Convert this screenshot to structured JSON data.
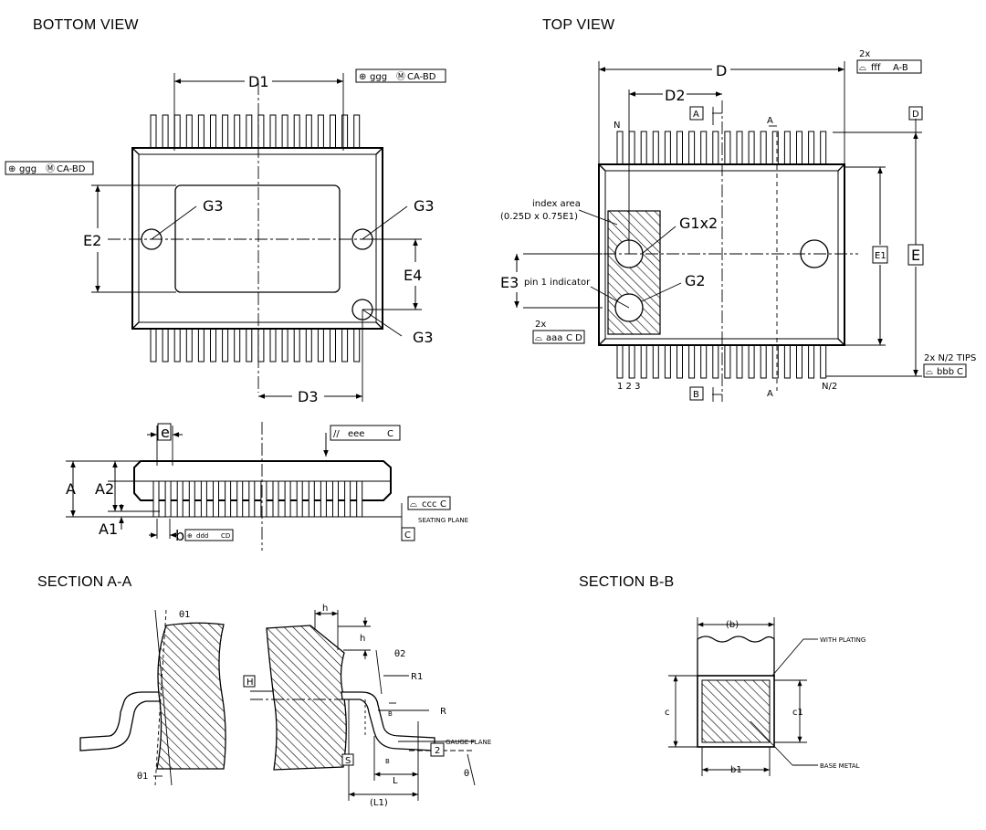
{
  "titles": {
    "bottom_view": "BOTTOM VIEW",
    "top_view": "TOP VIEW",
    "section_aa": "SECTION A-A",
    "section_bb": "SECTION B-B"
  },
  "bottom": {
    "d1": "D1",
    "e2": "E2",
    "e4": "E4",
    "d3": "D3",
    "g3": "G3",
    "fcf_top": "ggg",
    "fcf_top_ref": "CA-BD",
    "fcf_left": "ggg",
    "fcf_left_ref": "CA-BD"
  },
  "top": {
    "d": "D",
    "d2": "D2",
    "e": "E",
    "e1": "E1",
    "e3": "E3",
    "a_tag": "A",
    "b_tag": "B",
    "d_tag": "D",
    "a_mark": "A",
    "n": "N",
    "n2": "N/2",
    "pins": "1  2  3",
    "index_area": "index area",
    "index_dims": "(0.25D x 0.75E1)",
    "pin1": "pin 1 indicator",
    "g1": "G1x2",
    "g2": "G2",
    "x2a": "2x",
    "fff": "fff",
    "fff_ref": "A-B",
    "x2b": "2x",
    "aaa": "aaa",
    "aaa_ref": "C D",
    "tips": "2x N/2 TIPS",
    "bbb": "bbb",
    "bbb_ref": "C"
  },
  "side": {
    "e": "e",
    "a": "A",
    "a2": "A2",
    "a1": "A1",
    "b": "b",
    "eee": "eee",
    "eee_ref": "C",
    "ccc": "ccc",
    "ccc_ref": "C",
    "seating": "SEATING PLANE",
    "c_tag": "C",
    "ddd": "ddd",
    "ddd_ref": "CD"
  },
  "sectionA": {
    "theta1_top": "θ1",
    "theta1_bot": "θ1",
    "theta2": "θ2",
    "theta": "θ",
    "h": "h",
    "h_small": "h",
    "H": "H",
    "R1": "R1",
    "R": "R",
    "B1": "B",
    "B2": "B",
    "S": "S",
    "L": "L",
    "L1": "(L1)",
    "gauge": "GAUGE PLANE",
    "two": "2"
  },
  "sectionB": {
    "b": "(b)",
    "c": "c",
    "c1": "c1",
    "b1": "b1",
    "plating": "WITH PLATING",
    "base": "BASE METAL"
  }
}
